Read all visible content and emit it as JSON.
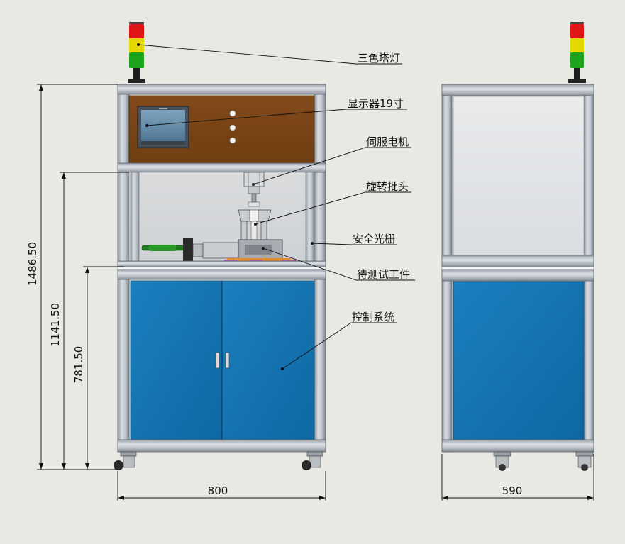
{
  "callouts": {
    "tower_light": "三色塔灯",
    "monitor": "显示器19寸",
    "servo_motor": "伺服电机",
    "screw_head": "旋转批头",
    "light_curtain": "安全光栅",
    "workpiece": "待测试工件",
    "control_system": "控制系统"
  },
  "dimensions": {
    "total_height": "1486.50",
    "work_height": "1141.50",
    "cabinet_height": "781.50",
    "front_width": "800",
    "side_width": "590"
  },
  "colors": {
    "background": "#e9e9e4",
    "frame": "#bcc3cc",
    "wood_panel": "#7a4514",
    "cabinet_door": "#1275b0",
    "lamp_red": "#e01515",
    "lamp_yellow": "#e5d800",
    "lamp_green": "#1ca51c"
  }
}
